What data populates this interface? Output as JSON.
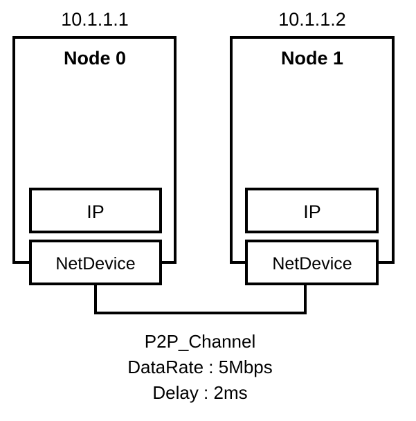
{
  "nodes": [
    {
      "address": "10.1.1.1",
      "title": "Node 0",
      "ip_label": "IP",
      "device_label": "NetDevice"
    },
    {
      "address": "10.1.1.2",
      "title": "Node 1",
      "ip_label": "IP",
      "device_label": "NetDevice"
    }
  ],
  "channel": {
    "name": "P2P_Channel",
    "data_rate": "DataRate : 5Mbps",
    "delay": "Delay : 2ms"
  },
  "colors": {
    "stroke": "#000000",
    "background": "#ffffff"
  }
}
